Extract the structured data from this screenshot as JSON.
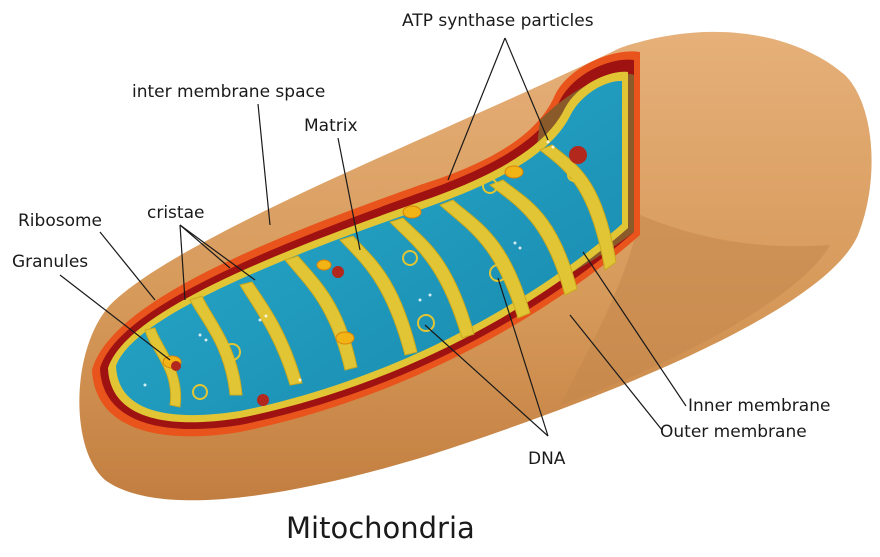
{
  "title": "Mitochondria",
  "labels": {
    "atp_synthase": "ATP synthase particles",
    "inter_membrane_space": "inter membrane space",
    "matrix": "Matrix",
    "cristae": "cristae",
    "ribosome": "Ribosome",
    "granules": "Granules",
    "inner_membrane": "Inner membrane",
    "outer_membrane": "Outer membrane",
    "dna": "DNA"
  },
  "colors": {
    "outer_shell": "#d9a068",
    "shell_shadow": "#b9773f",
    "outer_membrane_edge": "#e8541b",
    "inter_membrane": "#9e1212",
    "matrix": "#1f9cc0",
    "inner_membrane": "#e2c534",
    "ribosome": "#f2b315",
    "granule": "#b3281c"
  }
}
